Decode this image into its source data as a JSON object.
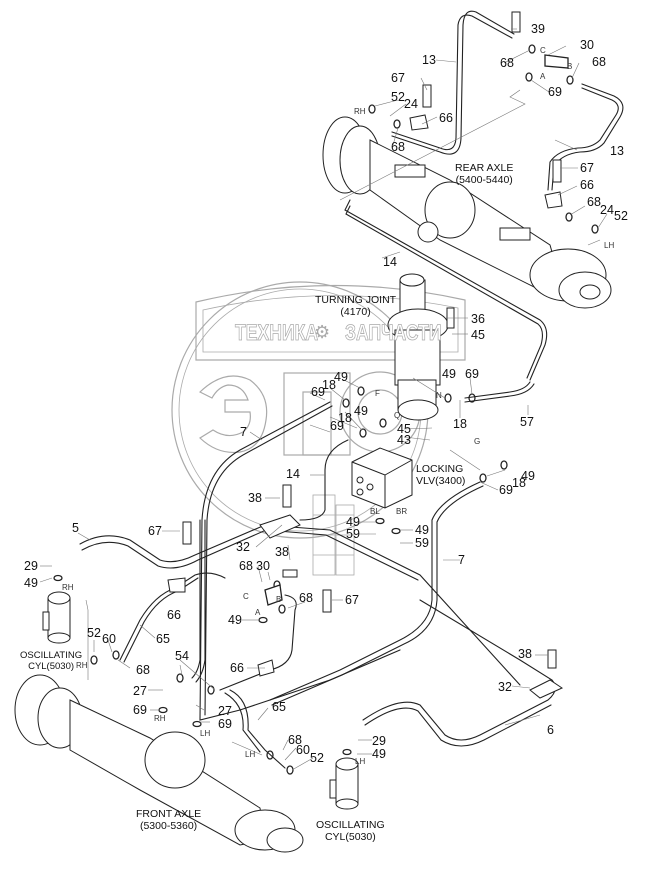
{
  "diagram": {
    "title": "Hydraulic steering / axle oscillation piping",
    "colors": {
      "line": "#222222",
      "leader": "#777777",
      "watermark": "#aaaaaa",
      "background": "#ffffff"
    },
    "watermark": {
      "left_text": "ТЕХНИКА",
      "right_text": "ЗАПЧАСТИ",
      "logo_text": "ЭП",
      "icon": "gear-icon"
    },
    "assemblies": {
      "rear_axle": {
        "name": "REAR AXLE",
        "code": "(5400-5440)"
      },
      "turning_joint": {
        "name": "TURNING JOINT",
        "code": "(4170)"
      },
      "locking_valve": {
        "name": "LOCKING",
        "code": "VLV(3400)"
      },
      "front_axle": {
        "name": "FRONT AXLE",
        "code": "(5300-5360)"
      },
      "osc_cyl_rh": {
        "name": "OSCILLATING",
        "code": "CYL(5030)"
      },
      "osc_cyl_lh": {
        "name": "OSCILLATING",
        "code": "CYL(5030)"
      }
    },
    "callouts": [
      {
        "id": "c1",
        "text": "13"
      },
      {
        "id": "c2",
        "text": "39"
      },
      {
        "id": "c3",
        "text": "30"
      },
      {
        "id": "c4",
        "text": "68"
      },
      {
        "id": "c5",
        "text": "68"
      },
      {
        "id": "c6",
        "text": "69"
      },
      {
        "id": "c7",
        "text": "67"
      },
      {
        "id": "c8",
        "text": "52"
      },
      {
        "id": "c9",
        "text": "24"
      },
      {
        "id": "c10",
        "text": "66"
      },
      {
        "id": "c11",
        "text": "68"
      },
      {
        "id": "c12",
        "text": "13"
      },
      {
        "id": "c13",
        "text": "67"
      },
      {
        "id": "c14",
        "text": "66"
      },
      {
        "id": "c15",
        "text": "68"
      },
      {
        "id": "c16",
        "text": "24"
      },
      {
        "id": "c17",
        "text": "52"
      },
      {
        "id": "c18",
        "text": "14"
      },
      {
        "id": "c19",
        "text": "36"
      },
      {
        "id": "c20",
        "text": "45"
      },
      {
        "id": "c21",
        "text": "49"
      },
      {
        "id": "c22",
        "text": "18"
      },
      {
        "id": "c23",
        "text": "69"
      },
      {
        "id": "c24",
        "text": "49"
      },
      {
        "id": "c25",
        "text": "69"
      },
      {
        "id": "c26",
        "text": "49"
      },
      {
        "id": "c27",
        "text": "18"
      },
      {
        "id": "c28",
        "text": "69"
      },
      {
        "id": "c29",
        "text": "45"
      },
      {
        "id": "c30",
        "text": "43"
      },
      {
        "id": "c31",
        "text": "18"
      },
      {
        "id": "c32",
        "text": "57"
      },
      {
        "id": "c33",
        "text": "7"
      },
      {
        "id": "c34",
        "text": "14"
      },
      {
        "id": "c35",
        "text": "49"
      },
      {
        "id": "c36",
        "text": "18"
      },
      {
        "id": "c37",
        "text": "69"
      },
      {
        "id": "c38",
        "text": "38"
      },
      {
        "id": "c39",
        "text": "49"
      },
      {
        "id": "c40",
        "text": "59"
      },
      {
        "id": "c41",
        "text": "49"
      },
      {
        "id": "c42",
        "text": "59"
      },
      {
        "id": "c43",
        "text": "5"
      },
      {
        "id": "c44",
        "text": "67"
      },
      {
        "id": "c45",
        "text": "32"
      },
      {
        "id": "c46",
        "text": "38"
      },
      {
        "id": "c47",
        "text": "7"
      },
      {
        "id": "c48",
        "text": "29"
      },
      {
        "id": "c49",
        "text": "49"
      },
      {
        "id": "c50",
        "text": "68"
      },
      {
        "id": "c51",
        "text": "30"
      },
      {
        "id": "c52",
        "text": "66"
      },
      {
        "id": "c53",
        "text": "68"
      },
      {
        "id": "c54",
        "text": "67"
      },
      {
        "id": "c55",
        "text": "49"
      },
      {
        "id": "c56",
        "text": "52"
      },
      {
        "id": "c57",
        "text": "60"
      },
      {
        "id": "c58",
        "text": "65"
      },
      {
        "id": "c59",
        "text": "68"
      },
      {
        "id": "c60",
        "text": "54"
      },
      {
        "id": "c61",
        "text": "66"
      },
      {
        "id": "c62",
        "text": "38"
      },
      {
        "id": "c63",
        "text": "27"
      },
      {
        "id": "c64",
        "text": "27"
      },
      {
        "id": "c65",
        "text": "32"
      },
      {
        "id": "c66",
        "text": "69"
      },
      {
        "id": "c67",
        "text": "69"
      },
      {
        "id": "c68",
        "text": "65"
      },
      {
        "id": "c69",
        "text": "6"
      },
      {
        "id": "c70",
        "text": "68"
      },
      {
        "id": "c71",
        "text": "29"
      },
      {
        "id": "c72",
        "text": "60"
      },
      {
        "id": "c73",
        "text": "49"
      },
      {
        "id": "c74",
        "text": "52"
      }
    ],
    "port_marks": [
      {
        "id": "p1",
        "text": "C"
      },
      {
        "id": "p2",
        "text": "B"
      },
      {
        "id": "p3",
        "text": "A"
      },
      {
        "id": "p4",
        "text": "RH"
      },
      {
        "id": "p5",
        "text": "LH"
      },
      {
        "id": "p6",
        "text": "F"
      },
      {
        "id": "p7",
        "text": "N"
      },
      {
        "id": "p8",
        "text": "Q"
      },
      {
        "id": "p9",
        "text": "G"
      },
      {
        "id": "p10",
        "text": "BL"
      },
      {
        "id": "p11",
        "text": "BR"
      },
      {
        "id": "p12",
        "text": "RH"
      },
      {
        "id": "p13",
        "text": "C"
      },
      {
        "id": "p14",
        "text": "B"
      },
      {
        "id": "p15",
        "text": "A"
      },
      {
        "id": "p16",
        "text": "RH"
      },
      {
        "id": "p17",
        "text": "RH"
      },
      {
        "id": "p18",
        "text": "LH"
      },
      {
        "id": "p19",
        "text": "LH"
      },
      {
        "id": "p20",
        "text": "LH"
      }
    ]
  }
}
